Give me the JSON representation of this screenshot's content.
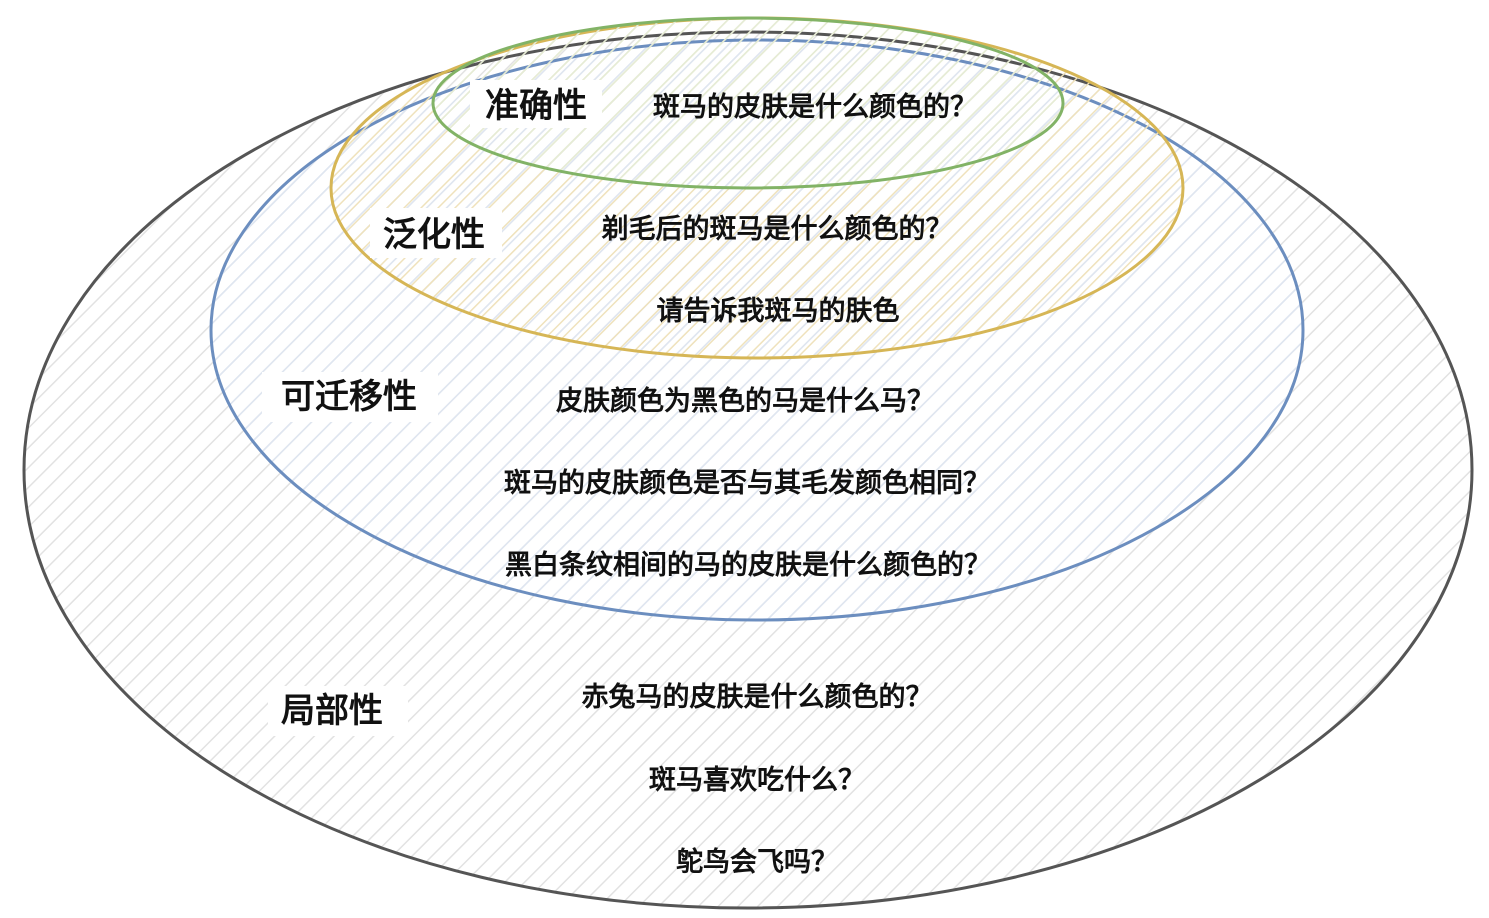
{
  "diagram": {
    "regions": {
      "locality": {
        "label": "局部性",
        "color": "#555555",
        "questions": [
          "赤兔马的皮肤是什么颜色的？",
          "斑马喜欢吃什么？",
          "鸵鸟会飞吗？"
        ]
      },
      "portability": {
        "label": "可迁移性",
        "color": "#6c8ebf",
        "questions": [
          "皮肤颜色为黑色的马是什么马？",
          "斑马的皮肤颜色是否与其毛发颜色相同？",
          "黑白条纹相间的马的皮肤是什么颜色的？"
        ]
      },
      "generalization": {
        "label": "泛化性",
        "color": "#d6b656",
        "questions": [
          "剃毛后的斑马是什么颜色的？",
          "请告诉我斑马的肤色"
        ]
      },
      "accuracy": {
        "label": "准确性",
        "color": "#82b366",
        "questions": [
          "斑马的皮肤是什么颜色的？"
        ]
      }
    }
  }
}
